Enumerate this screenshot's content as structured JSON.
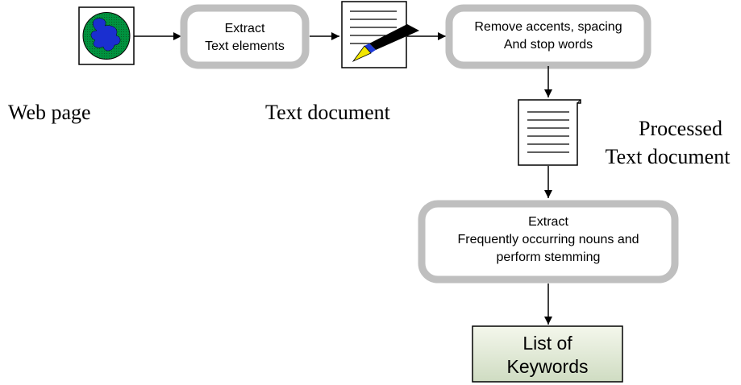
{
  "colors": {
    "process_border": "#bfbfbf",
    "globe_ocean": "#00923f",
    "globe_land": "#1a2fd0",
    "pen_body": "#000000",
    "pen_band": "#1f3bd6",
    "pen_nib": "#f2e600",
    "keywords_fill_top": "#f4f7ec",
    "keywords_fill_bottom": "#cfdcc2"
  },
  "icons": [
    "globe-icon",
    "document-pen-icon",
    "processed-document-icon"
  ],
  "nodes": {
    "web_page_label": "Web page",
    "extract_text": {
      "line1": "Extract",
      "line2": "Text elements"
    },
    "text_document_label": "Text document",
    "remove_accents": {
      "line1": "Remove accents, spacing",
      "line2": "And stop words"
    },
    "processed_label": {
      "line1": "Processed",
      "line2": "Text document"
    },
    "extract_nouns": {
      "line1": "Extract",
      "line2": "Frequently occurring nouns and",
      "line3": "perform stemming"
    },
    "keywords": {
      "line1": "List of",
      "line2": "Keywords"
    }
  }
}
